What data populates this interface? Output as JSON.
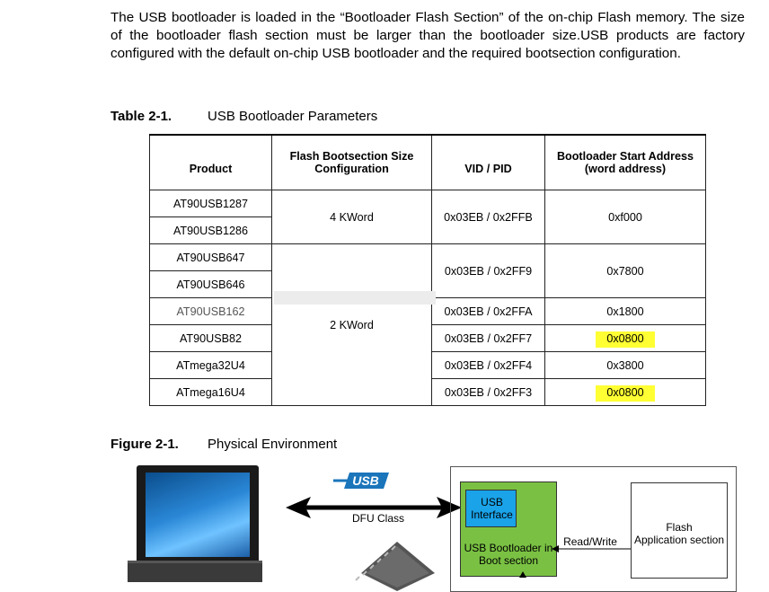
{
  "intro_paragraph": "The USB bootloader is loaded in the “Bootloader Flash Section” of the on-chip Flash memory. The size of the bootloader flash section must be larger than the bootloader size.USB products are factory configured with the default on-chip USB bootloader and the required bootsection configuration.",
  "table_caption": {
    "number": "Table 2-1.",
    "title": "USB Bootloader Parameters"
  },
  "table": {
    "headers": [
      "Product",
      "Flash Bootsection Size Configuration",
      "VID / PID",
      "Bootloader Start Address (word address)"
    ],
    "rows": [
      {
        "product": "AT90USB1287",
        "flash": "4 KWord",
        "vidpid": "0x03EB / 0x2FFB",
        "addr": "0xf000"
      },
      {
        "product": "AT90USB1286"
      },
      {
        "product": "AT90USB647",
        "flash": "2 KWord",
        "vidpid": "0x03EB / 0x2FF9",
        "addr": "0x7800"
      },
      {
        "product": "AT90USB646"
      },
      {
        "product": "AT90USB162",
        "vidpid": "0x03EB / 0x2FFA",
        "addr": "0x1800"
      },
      {
        "product": "AT90USB82",
        "vidpid": "0x03EB / 0x2FF7",
        "addr": "0x0800"
      },
      {
        "product": "ATmega32U4",
        "vidpid": "0x03EB / 0x2FF4",
        "addr": "0x3800"
      },
      {
        "product": "ATmega16U4",
        "vidpid": "0x03EB / 0x2FF3",
        "addr": "0x0800"
      }
    ]
  },
  "highlight_color": "#ffff33",
  "figure_caption": {
    "number": "Figure 2-1.",
    "title": "Physical Environment"
  },
  "figure": {
    "usb_logo": "USB",
    "dfu_label": "DFU Class",
    "usb_interface": "USB Interface",
    "bootloader_label": "USB Bootloader in Boot section",
    "read_write": "Read/Write",
    "flash_label": "Flash",
    "app_section": "Application section",
    "green_color": "#7ac143",
    "blue_color": "#1aa3e8"
  }
}
